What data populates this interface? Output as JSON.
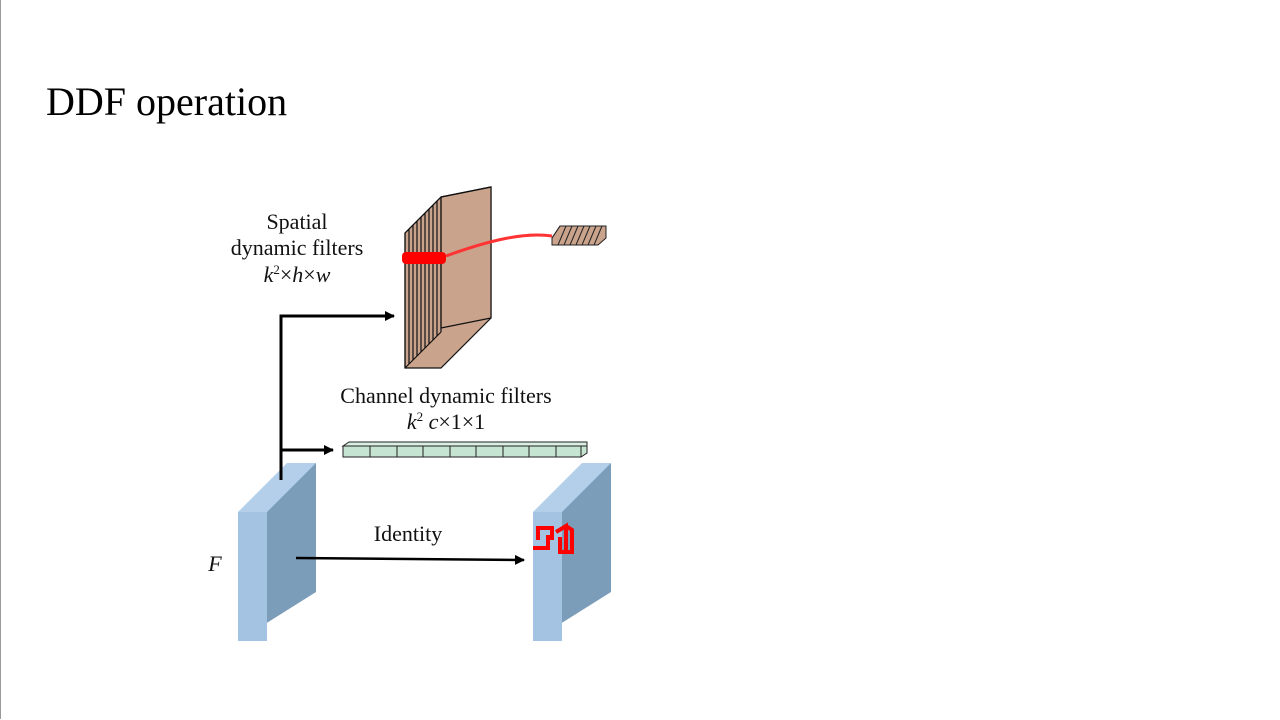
{
  "slide": {
    "title": "DDF operation"
  },
  "diagram": {
    "spatial_filters": {
      "line1": "Spatial",
      "line2": "dynamic filters",
      "dim_k": "k",
      "dim_exp": "2",
      "dim_rest_1": "×",
      "dim_h": "h",
      "dim_rest_2": "×",
      "dim_w": "w"
    },
    "channel_filters": {
      "line1": "Channel dynamic filters",
      "dim_k": "k",
      "dim_exp": "2",
      "dim_c": " c",
      "dim_rest": "×1×1"
    },
    "identity_label": "Identity",
    "input_label": "F"
  },
  "colors": {
    "feature_front": "#a4c2e2",
    "feature_side": "#7b9dba",
    "spatial_filter": "#c9a38c",
    "channel_filter": "#c6e4d2",
    "highlight": "#ff0000",
    "arrow": "#000000"
  }
}
